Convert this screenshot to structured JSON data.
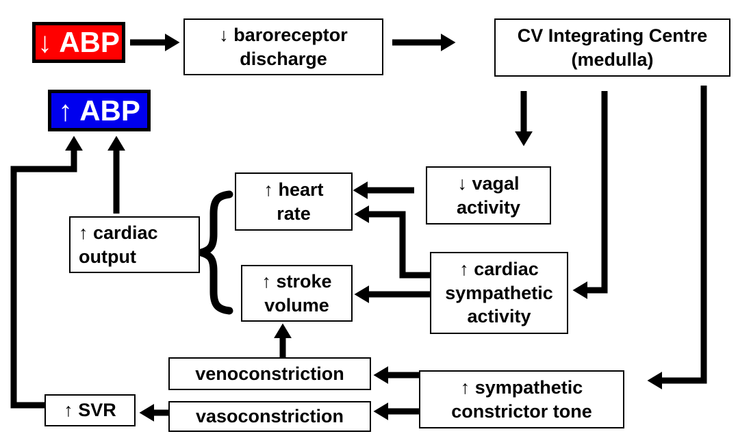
{
  "colors": {
    "background": "#ffffff",
    "line": "#000000",
    "box_border": "#000000",
    "box_red": "#ff0000",
    "box_blue": "#0000ee",
    "text_on_color": "#ffffff",
    "text_default": "#000000"
  },
  "nodes": {
    "abp_down": "↓ ABP",
    "abp_up": "↑ ABP",
    "baroreceptor": "↓ baroreceptor\ndischarge",
    "cv_centre": "CV Integrating Centre\n(medulla)",
    "vagal": "↓ vagal\nactivity",
    "heart_rate": "↑ heart\nrate",
    "cardiac_output": "↑ cardiac\noutput",
    "stroke_volume": "↑ stroke\nvolume",
    "cardiac_sympathetic": "↑ cardiac\nsympathetic\nactivity",
    "venoconstriction": "venoconstriction",
    "vasoconstriction": "vasoconstriction",
    "svr": "↑ SVR",
    "sympathetic_tone": "↑ sympathetic\nconstrictor tone"
  }
}
